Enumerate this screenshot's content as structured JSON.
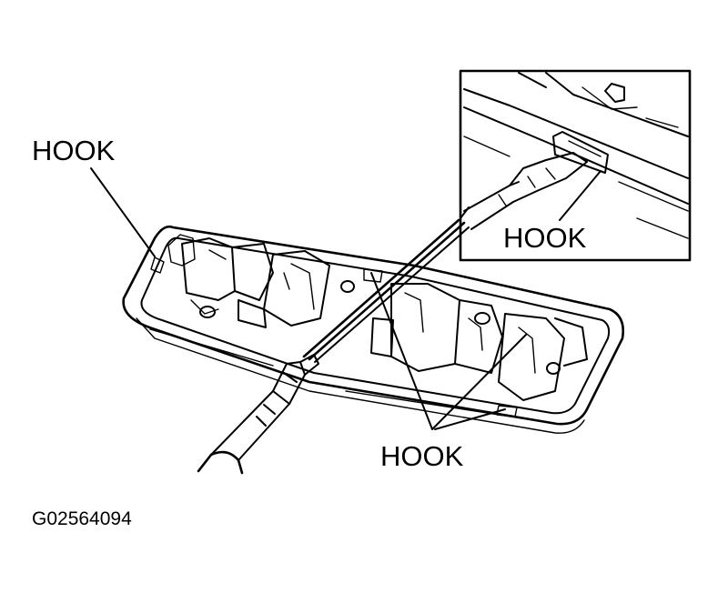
{
  "labels": {
    "hook_left": "HOOK",
    "hook_inset": "HOOK",
    "hook_bottom": "HOOK"
  },
  "figure_id": "G02564094"
}
